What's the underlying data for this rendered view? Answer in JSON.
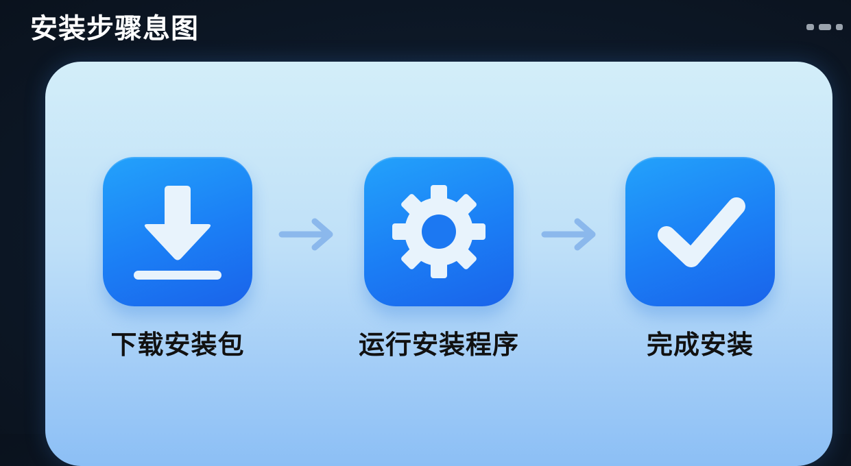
{
  "page": {
    "title": "安装步骤息图"
  },
  "diagram": {
    "steps": [
      {
        "label": "下载安装包",
        "icon": "download-icon"
      },
      {
        "label": "运行安装程序",
        "icon": "gear-icon"
      },
      {
        "label": "完成安装",
        "icon": "checkmark-icon"
      }
    ]
  },
  "colors": {
    "background": "#0e1a2a",
    "panel_top": "#d3eef9",
    "panel_bottom": "#8cbff5",
    "tile_blue": "#1b7ef5",
    "icon_fill": "#e8f3fc",
    "arrow": "#8bb8ec",
    "label_text": "#111111"
  }
}
